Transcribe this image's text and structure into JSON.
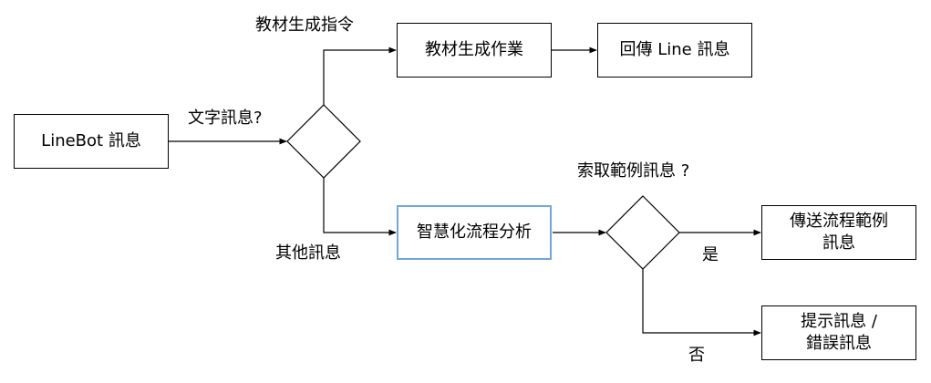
{
  "nodes": {
    "linebot": {
      "text": "LineBot 訊息"
    },
    "gen_task": {
      "text": "教材生成作業"
    },
    "reply_line": {
      "text": "回傳 Line 訊息"
    },
    "smart_flow": {
      "text": "智慧化流程分析"
    },
    "send_example": {
      "line1": "傳送流程範例",
      "line2": "訊息"
    },
    "hint_error": {
      "line1": "提示訊息 /",
      "line2": "錯誤訊息"
    }
  },
  "labels": {
    "gen_command": "教材生成指令",
    "text_message_q": "文字訊息?",
    "other_message": "其他訊息",
    "request_example_q": "索取範例訊息 ?",
    "yes": "是",
    "no": "否"
  },
  "colors": {
    "line": "#000000",
    "highlight_border": "#6fa8dc"
  }
}
